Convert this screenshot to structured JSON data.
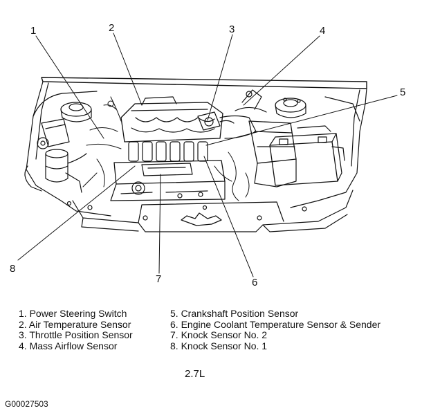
{
  "diagram": {
    "callouts": [
      {
        "number": "1",
        "label": "Power Steering Switch"
      },
      {
        "number": "2",
        "label": "Air Temperature Sensor"
      },
      {
        "number": "3",
        "label": "Throttle Position Sensor"
      },
      {
        "number": "4",
        "label": "Mass Airflow Sensor"
      },
      {
        "number": "5",
        "label": "Crankshaft Position Sensor"
      },
      {
        "number": "6",
        "label": "Engine Coolant Temperature Sensor & Sender"
      },
      {
        "number": "7",
        "label": "Knock Sensor No. 2"
      },
      {
        "number": "8",
        "label": "Knock Sensor No. 1"
      }
    ],
    "legend_left": [
      "1. Power Steering Switch",
      "2. Air Temperature Sensor",
      "3. Throttle Position Sensor",
      "4. Mass Airflow Sensor"
    ],
    "legend_right": [
      "5. Crankshaft Position Sensor",
      "6. Engine Coolant Temperature Sensor & Sender",
      "7. Knock Sensor No. 2",
      "8. Knock Sensor No. 1"
    ],
    "caption": "2.7L",
    "figure_id": "G00027503"
  }
}
